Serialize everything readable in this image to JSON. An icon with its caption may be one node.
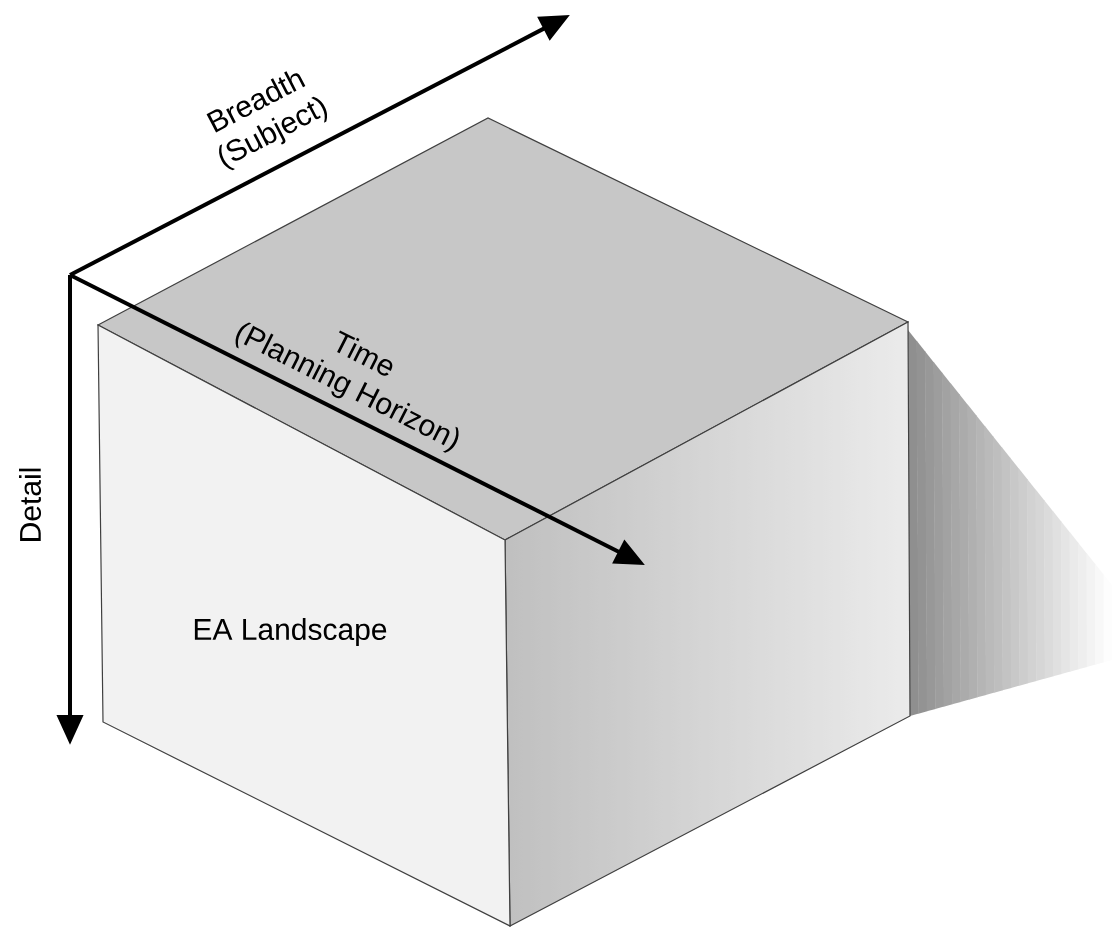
{
  "diagram": {
    "nodes": [
      {
        "text": [
          "EA Landscape"
        ]
      }
    ],
    "labels": [
      "Breadth (Subject)",
      "Time (Planning Horizon)",
      "Detail"
    ]
  }
}
